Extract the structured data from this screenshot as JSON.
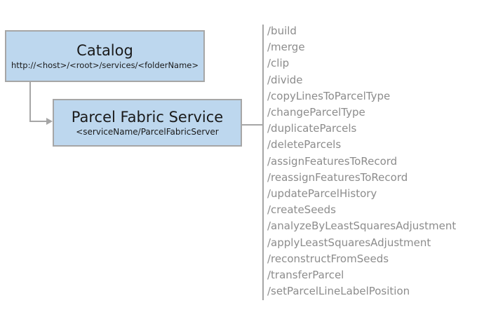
{
  "diagram": {
    "catalog_box": {
      "title": "Catalog",
      "subtitle": "http://<host>/<root>/services/<folderName>"
    },
    "service_box": {
      "title": "Parcel Fabric Service",
      "subtitle": "<serviceName/ParcelFabricServer"
    },
    "operations": [
      "/build",
      "/merge",
      "/clip",
      "/divide",
      "/copyLinesToParcelType",
      "/changeParcelType",
      "/duplicateParcels",
      "/deleteParcels",
      "/assignFeaturesToRecord",
      "/reassignFeaturesToRecord",
      "/updateParcelHistory",
      "/createSeeds",
      "/analyzeByLeastSquaresAdjustment",
      "/applyLeastSquaresAdjustment",
      "/reconstructFromSeeds",
      "/transferParcel",
      "/setParcelLineLabelPosition"
    ],
    "colors": {
      "box_fill": "#BDD7EE",
      "box_border": "#A6A6A6",
      "connector_line": "#A6A6A6",
      "operation_text": "#8C8C8C",
      "title_text": "#1A1A1A"
    }
  }
}
